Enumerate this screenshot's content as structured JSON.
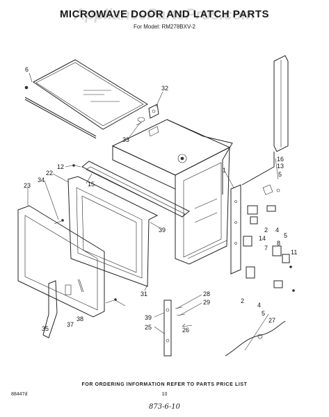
{
  "watermark": "AppliancePartsPros.com",
  "title": "MICROWAVE DOOR AND LATCH PARTS",
  "subtitle": "For Model: RM278BXV-2",
  "footer": "FOR ORDERING INFORMATION REFER TO PARTS PRICE LIST",
  "code": "88447d",
  "page_number": "10",
  "handwritten_note": "873-6-10",
  "labels": {
    "l1": "1",
    "l2a": "2",
    "l2b": "2",
    "l4a": "4",
    "l4b": "4",
    "l5a": "5",
    "l5b": "5",
    "l5c": "5",
    "l6": "6",
    "l7": "7",
    "l8": "8",
    "l11": "11",
    "l12": "12",
    "l13": "13",
    "l14": "14",
    "l15": "15",
    "l16": "16",
    "l22": "22",
    "l23": "23",
    "l25": "25",
    "l26": "26",
    "l27": "27",
    "l28": "28",
    "l29": "29",
    "l31": "31",
    "l32": "32",
    "l33": "33",
    "l34": "34",
    "l35": "35",
    "l37": "37",
    "l38": "38",
    "l39a": "39",
    "l39b": "39"
  }
}
